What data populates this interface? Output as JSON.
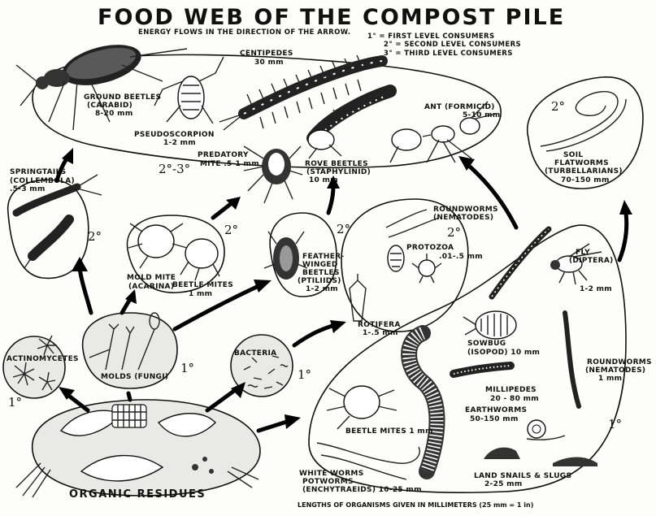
{
  "title": "FOOD WEB OF THE COMPOST PILE",
  "subtitle": "ENERGY FLOWS IN THE DIRECTION OF THE ARROW.",
  "legend": {
    "first": "1° = FIRST LEVEL CONSUMERS",
    "second": "2° = SECOND LEVEL CONSUMERS",
    "third": "3° = THIRD LEVEL CONSUMERS"
  },
  "organisms": {
    "centipedes": "CENTIPEDES",
    "centipedes_size": "30 mm",
    "ground_beetles": "GROUND BEETLES",
    "ground_beetles_sci": "(CARABID)",
    "ground_beetles_size": "8-20 mm",
    "pseudoscorpion": "PSEUDOSCORPION",
    "pseudoscorpion_size": "1-2 mm",
    "predatory_mite": "PREDATORY",
    "predatory_mite_2": "MITE .5-1 mm",
    "rove_beetles": "ROVE BEETLES",
    "rove_beetles_sci": "(STAPHYLINID)",
    "rove_beetles_size": "10 mm",
    "ant": "ANT (FORMICID)",
    "ant_size": "5-10 mm",
    "soil_flatworms": "SOIL",
    "soil_flatworms_2": "FLATWORMS",
    "soil_flatworms_sci": "(TURBELLARIANS)",
    "soil_flatworms_size": "70-150 mm",
    "springtails": "SPRINGTAILS",
    "springtails_sci": "(COLLEMBOLA)",
    "springtails_size": ".5-3 mm",
    "mold_mite": "MOLD MITE",
    "mold_mite_sci": "(ACARINA)",
    "beetle_mites_top": "BEETLE MITES",
    "beetle_mites_top_size": "1 mm",
    "feather_winged": "FEATHER-",
    "feather_winged_2": "WINGED",
    "feather_winged_3": "BEETLES",
    "feather_winged_sci": "(PTILIIDS)",
    "feather_winged_size": "1-2 mm",
    "roundworms_top": "ROUNDWORMS",
    "roundworms_top_sci": "(NEMATODES)",
    "protozoa": "PROTOZOA",
    "protozoa_size": ".01-.5 mm",
    "rotifera": "ROTIFERA",
    "rotifera_size": "1-.5 mm",
    "fly": "FLY",
    "fly_sci": "(DIPTERA)",
    "fly_size": "1-2 mm",
    "sowbug": "SOWBUG",
    "sowbug_sci": "(ISOPOD) 10 mm",
    "roundworms_right": "ROUNDWORMS",
    "roundworms_right_sci": "(NEMATODES)",
    "roundworms_right_size": "1 mm",
    "millipedes": "MILLIPEDES",
    "millipedes_size": "20 - 80 mm",
    "earthworms": "EARTHWORMS",
    "earthworms_size": "50-150 mm",
    "beetle_mites_bottom": "BEETLE MITES 1 mm",
    "land_snails": "LAND SNAILS & SLUGS",
    "land_snails_size": "2-25 mm",
    "white_worms": "WHITE WORMS",
    "white_worms_2": "POTWORMS",
    "white_worms_sci": "(ENCHYTRAEIDS) 10-25 mm",
    "actinomycetes": "ACTINOMYCETES",
    "molds": "MOLDS (FUNGI)",
    "bacteria": "BACTERIA",
    "organic_residues": "ORGANIC   RESIDUES"
  },
  "levels": {
    "top_left": "2°-3°",
    "top_right": "2°",
    "springtails": "2°",
    "mites": "2°",
    "feather": "2°",
    "protozoa": "2°",
    "molds": "1°",
    "bacteria": "1°",
    "actino": "1°",
    "bottom_right": "1°"
  },
  "footer": "LENGTHS OF ORGANISMS GIVEN IN MILLIMETERS (25 mm = 1 in)"
}
